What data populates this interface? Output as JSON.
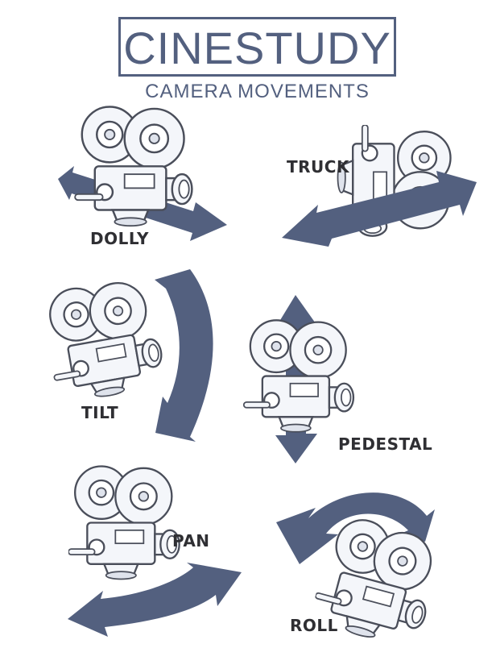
{
  "brand": {
    "title": "CINESTUDY",
    "subtitle": "CAMERA MOVEMENTS",
    "color": "#53607f"
  },
  "movements": [
    {
      "label": "DOLLY",
      "icon": "dolly-camera-icon"
    },
    {
      "label": "TRUCK",
      "icon": "truck-camera-icon"
    },
    {
      "label": "TILT",
      "icon": "tilt-camera-icon"
    },
    {
      "label": "PEDESTAL",
      "icon": "pedestal-camera-icon"
    },
    {
      "label": "PAN",
      "icon": "pan-camera-icon"
    },
    {
      "label": "ROLL",
      "icon": "roll-camera-icon"
    }
  ],
  "colors": {
    "arrow": "#53607f",
    "label": "#2f2f33",
    "camera_fill": "#f4f6fa",
    "camera_stroke": "#4a4e5a"
  }
}
